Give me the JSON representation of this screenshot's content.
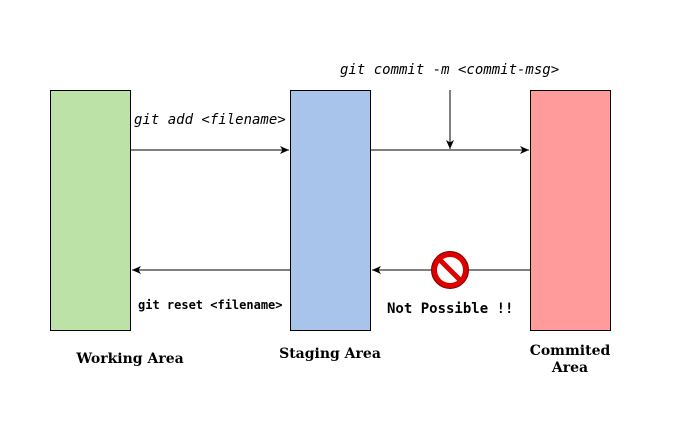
{
  "areas": {
    "working": {
      "label": "Working Area",
      "color": "#bce2a8"
    },
    "staging": {
      "label": "Staging Area",
      "color": "#a9c4eb"
    },
    "committed": {
      "label_line1": "Commited",
      "label_line2": "Area",
      "color": "#ff9b9b"
    }
  },
  "commands": {
    "add": "git add <filename>",
    "commit": "git commit -m <commit-msg>",
    "reset": "git reset <filename>",
    "not_possible": "Not Possible !!"
  },
  "icons": {
    "prohibited": "no-entry-icon"
  }
}
